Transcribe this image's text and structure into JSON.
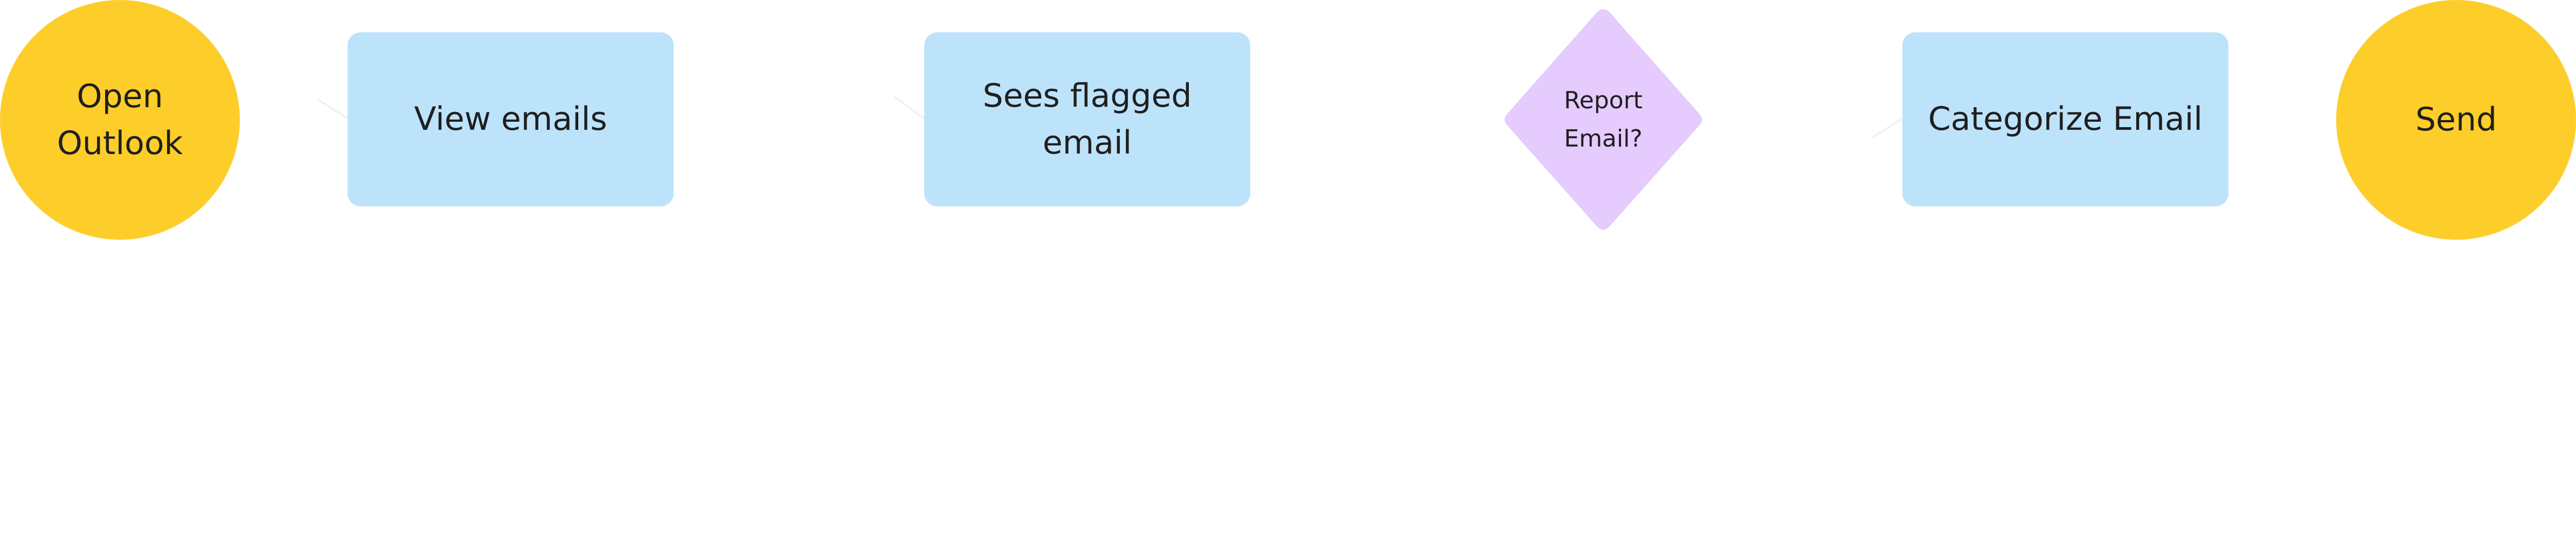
{
  "diagram": {
    "nodes": [
      {
        "id": "open-outlook",
        "shape": "circle",
        "label": "Open\nOutlook",
        "color": "#fdcd29"
      },
      {
        "id": "view-emails",
        "shape": "rect",
        "label": "View emails",
        "color": "#bde3fb"
      },
      {
        "id": "sees-flagged-email",
        "shape": "rect",
        "label": "Sees flagged\nemail",
        "color": "#bde3fb"
      },
      {
        "id": "report-email",
        "shape": "diamond",
        "label": "Report\nEmail?",
        "color": "#e5cbfe"
      },
      {
        "id": "categorize-email",
        "shape": "rect",
        "label": "Categorize Email",
        "color": "#bde3fb"
      },
      {
        "id": "send",
        "shape": "circle",
        "label": "Send",
        "color": "#fdcd29"
      }
    ],
    "connector_color": "#f2f2f2"
  }
}
